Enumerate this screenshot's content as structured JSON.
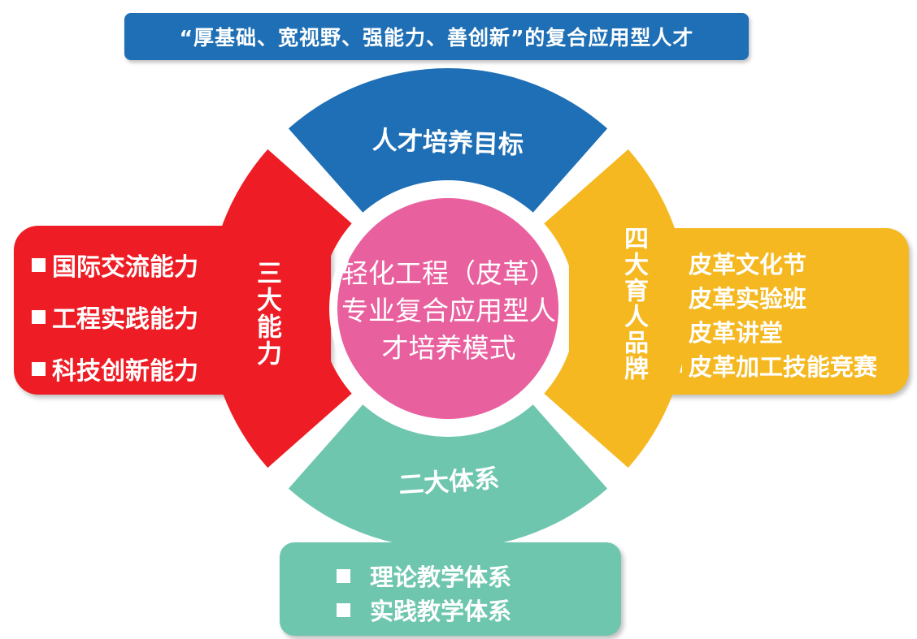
{
  "title": "“厚基础、宽视野、强能力、善创新”的复合应用型人才",
  "center": {
    "text": "轻化工程（皮革）专业复合应用型人才培养模式"
  },
  "segments": {
    "top": {
      "label": "人才培养目标",
      "color": "#1e6fb5"
    },
    "left": {
      "label": "三大能力",
      "color": "#ee1c24"
    },
    "right": {
      "label": "四大育人品牌",
      "color": "#f5b820"
    },
    "bottom": {
      "label": "二大体系",
      "color": "#6ec6ae"
    }
  },
  "left_box": {
    "items": [
      "国际交流能力",
      "工程实践能力",
      "科技创新能力"
    ]
  },
  "right_box": {
    "items": [
      "皮革文化节",
      "皮革实验班",
      "皮革讲堂",
      "皮革加工技能竞赛"
    ]
  },
  "bottom_box": {
    "items": [
      "理论教学体系",
      "实践教学体系"
    ]
  },
  "colors": {
    "center": "#e8609e",
    "ring_gap": "#ffffff"
  }
}
